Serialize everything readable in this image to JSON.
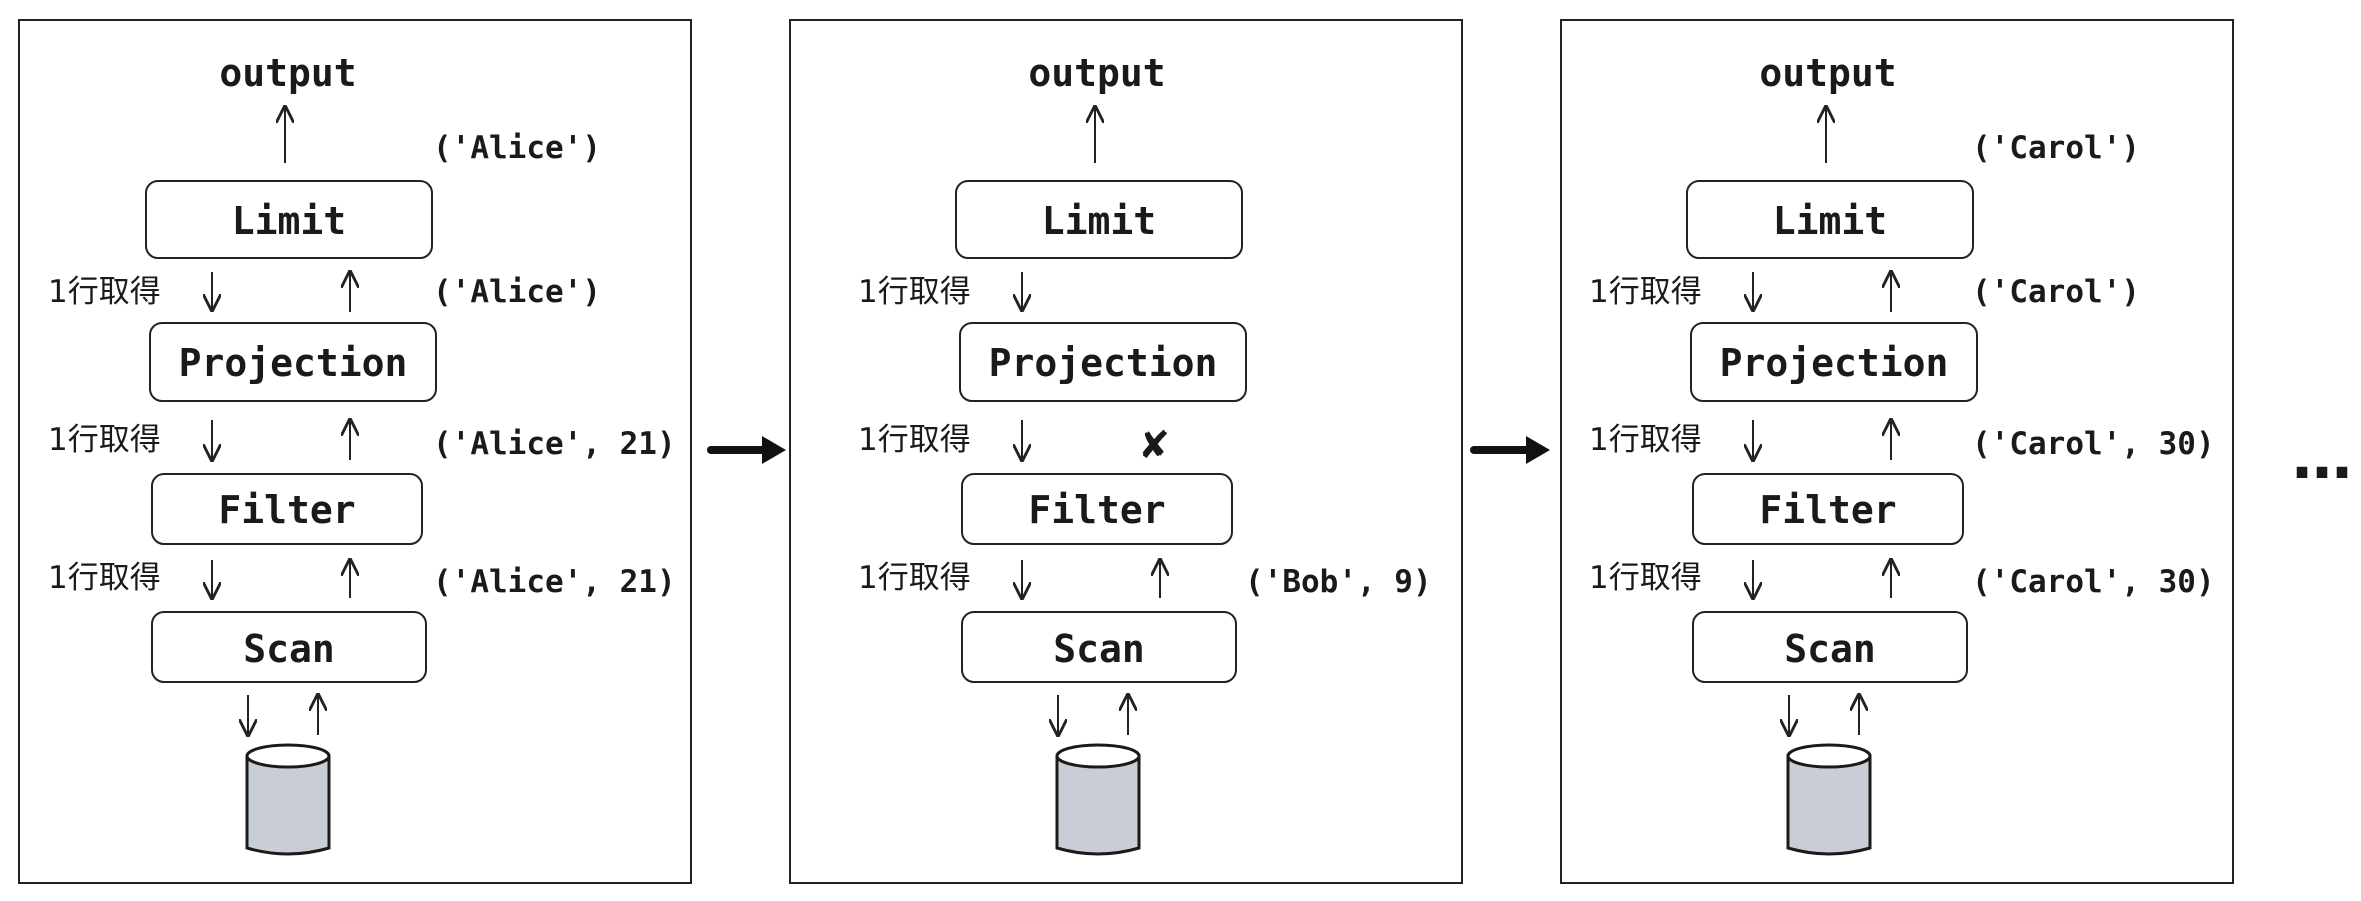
{
  "panels": [
    {
      "output_label": "output",
      "operators": [
        "Limit",
        "Projection",
        "Filter",
        "Scan"
      ],
      "request_label": "1行取得",
      "tuples": {
        "out": "('Alice')",
        "limit_in": "('Alice')",
        "projection_in": "('Alice', 21)",
        "filter_in": "('Alice', 21)"
      },
      "filter_rejected": false
    },
    {
      "output_label": "output",
      "operators": [
        "Limit",
        "Projection",
        "Filter",
        "Scan"
      ],
      "request_label": "1行取得",
      "tuples": {
        "out": "",
        "limit_in": "",
        "projection_in": "",
        "filter_in": "('Bob', 9)"
      },
      "filter_rejected": true,
      "reject_mark": "✘"
    },
    {
      "output_label": "output",
      "operators": [
        "Limit",
        "Projection",
        "Filter",
        "Scan"
      ],
      "request_label": "1行取得",
      "tuples": {
        "out": "('Carol')",
        "limit_in": "('Carol')",
        "projection_in": "('Carol', 30)",
        "filter_in": "('Carol', 30)"
      },
      "filter_rejected": false
    }
  ],
  "continuation": "…",
  "colors": {
    "stroke": "#222222",
    "cylinder_fill": "#c9ced6"
  }
}
